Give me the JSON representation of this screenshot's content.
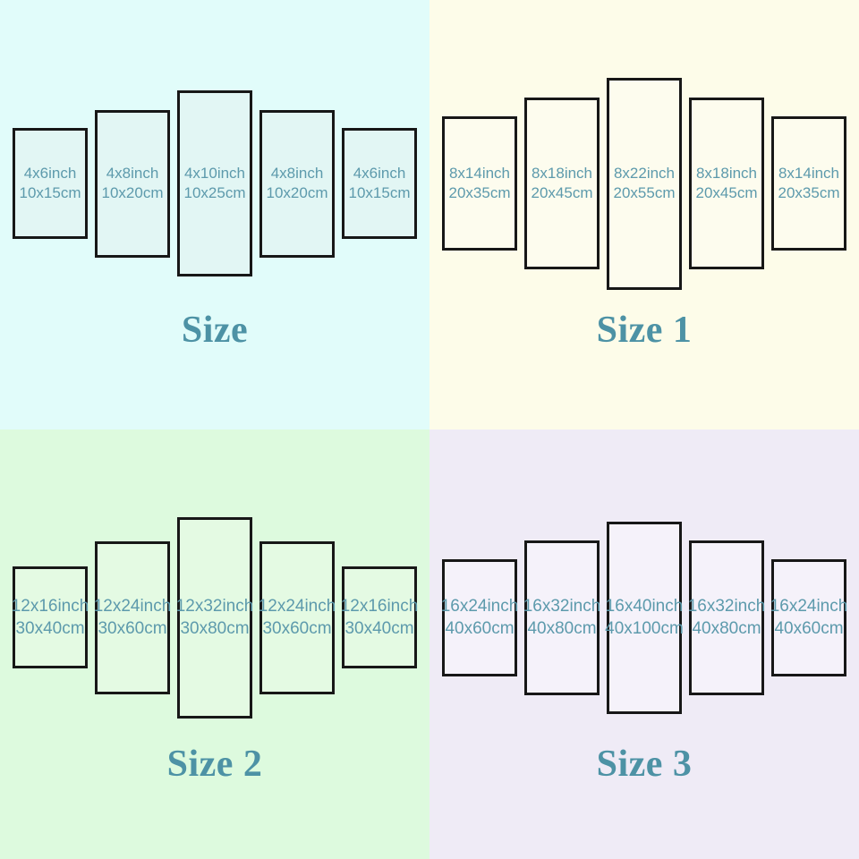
{
  "colors": {
    "title": "#4d92a5",
    "panel_text": "#5d9aac",
    "border": "#171717"
  },
  "sections": [
    {
      "title": "Size",
      "background": "#e1fcfa",
      "panel_fill": "#e2f6f4",
      "panels": [
        {
          "inch": "4x6inch",
          "cm": "10x15cm"
        },
        {
          "inch": "4x8inch",
          "cm": "10x20cm"
        },
        {
          "inch": "4x10inch",
          "cm": "10x25cm"
        },
        {
          "inch": "4x8inch",
          "cm": "10x20cm"
        },
        {
          "inch": "4x6inch",
          "cm": "10x15cm"
        }
      ]
    },
    {
      "title": "Size 1",
      "background": "#fdfce9",
      "panel_fill": "#fdfcee",
      "panels": [
        {
          "inch": "8x14inch",
          "cm": "20x35cm"
        },
        {
          "inch": "8x18inch",
          "cm": "20x45cm"
        },
        {
          "inch": "8x22inch",
          "cm": "20x55cm"
        },
        {
          "inch": "8x18inch",
          "cm": "20x45cm"
        },
        {
          "inch": "8x14inch",
          "cm": "20x35cm"
        }
      ]
    },
    {
      "title": "Size 2",
      "background": "#ddfade",
      "panel_fill": "#e4fae3",
      "panels": [
        {
          "inch": "12x16inch",
          "cm": "30x40cm"
        },
        {
          "inch": "12x24inch",
          "cm": "30x60cm"
        },
        {
          "inch": "12x32inch",
          "cm": "30x80cm"
        },
        {
          "inch": "12x24inch",
          "cm": "30x60cm"
        },
        {
          "inch": "12x16inch",
          "cm": "30x40cm"
        }
      ]
    },
    {
      "title": "Size 3",
      "background": "#efebf6",
      "panel_fill": "#f5f2fa",
      "panels": [
        {
          "inch": "16x24inch",
          "cm": "40x60cm"
        },
        {
          "inch": "16x32inch",
          "cm": "40x80cm"
        },
        {
          "inch": "16x40inch",
          "cm": "40x100cm"
        },
        {
          "inch": "16x32inch",
          "cm": "40x80cm"
        },
        {
          "inch": "16x24inch",
          "cm": "40x60cm"
        }
      ]
    }
  ]
}
